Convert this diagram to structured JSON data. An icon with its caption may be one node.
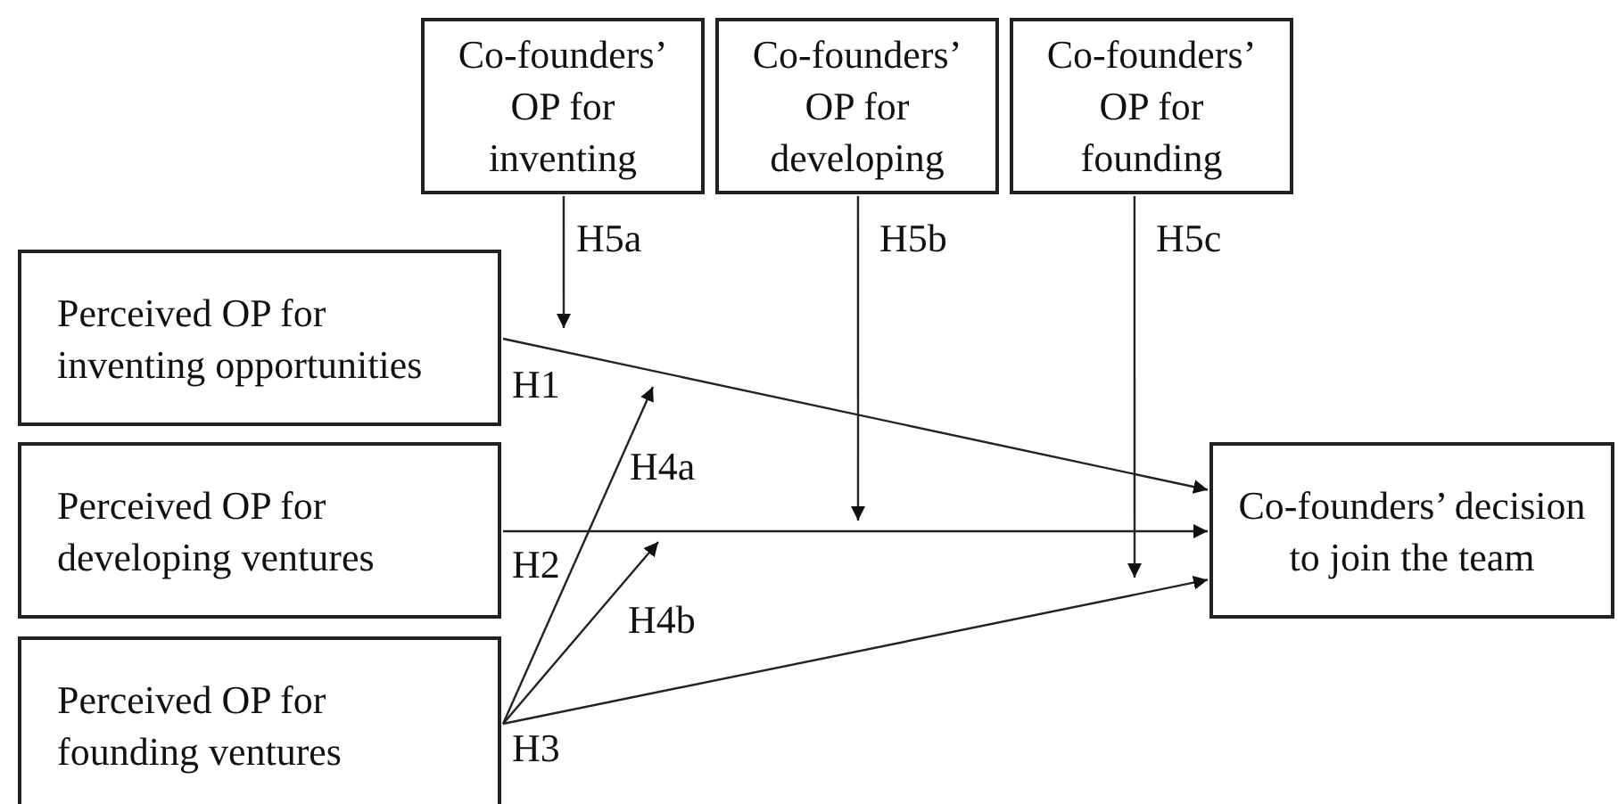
{
  "diagram": {
    "nodes": [
      {
        "text": [
          "Co-founders’ OP for inventing"
        ]
      },
      {
        "text": [
          "Co-founders’ OP for developing"
        ]
      },
      {
        "text": [
          "Co-founders’ OP for founding"
        ]
      },
      {
        "text": [
          "Perceived OP for inventing opportunities"
        ]
      },
      {
        "text": [
          "Perceived OP for developing ventures"
        ]
      },
      {
        "text": [
          "Perceived OP for founding ventures"
        ]
      },
      {
        "text": [
          "Co-founders’ decision to join the team"
        ]
      }
    ],
    "edges": [
      {
        "from": 0,
        "to": null,
        "arrow": "to",
        "label": "H5a"
      },
      {
        "from": 1,
        "to": null,
        "arrow": "to",
        "label": "H5b"
      },
      {
        "from": 2,
        "to": null,
        "arrow": "to",
        "label": "H5c"
      },
      {
        "from": 3,
        "to": 6,
        "arrow": "to",
        "label": "H1"
      },
      {
        "from": 4,
        "to": 6,
        "arrow": "to",
        "label": "H2"
      },
      {
        "from": 5,
        "to": 6,
        "arrow": "to",
        "label": "H3"
      },
      {
        "from": 5,
        "to": null,
        "arrow": "to",
        "label": "H4a"
      },
      {
        "from": 5,
        "to": null,
        "arrow": "to",
        "label": "H4b"
      }
    ]
  }
}
